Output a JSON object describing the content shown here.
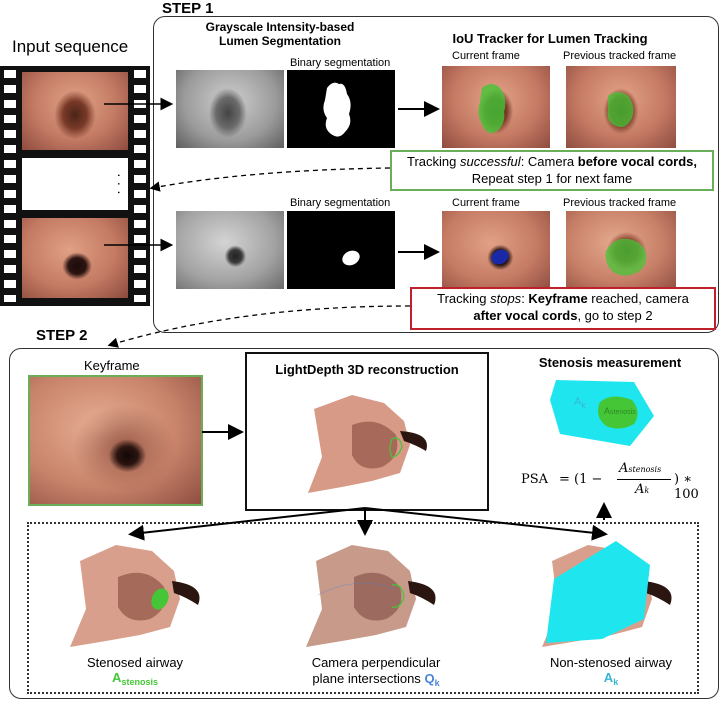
{
  "step1": {
    "title": "STEP 1",
    "input_sequence": "Input sequence",
    "dots": "·  ·  ·",
    "grayscale_title_line1": "Grayscale Intensity-based",
    "grayscale_title_line2": "Lumen Segmentation",
    "binary_label_top": "Binary segmentation",
    "binary_label_bottom": "Binary segmentation",
    "iou_title": "IoU Tracker for Lumen Tracking",
    "current_frame_top": "Current frame",
    "previous_frame_top": "Previous tracked frame",
    "current_frame_bottom": "Current frame",
    "previous_frame_bottom": "Previous tracked frame",
    "success_note": {
      "prefix": "Tracking ",
      "italic": "successful",
      "mid": ": Camera ",
      "bold": "before vocal cords,",
      "line2": "Repeat step 1 for next fame"
    },
    "stop_note": {
      "prefix": "Tracking ",
      "italic": "stops",
      "mid": ": ",
      "bold1": "Keyframe",
      "mid2": " reached, camera",
      "bold2": "after vocal cords",
      "suffix": ", go to step 2"
    }
  },
  "step2": {
    "title": "STEP 2",
    "keyframe": "Keyframe",
    "lightdepth_title": "LightDepth 3D reconstruction",
    "stenosis_title": "Stenosis measurement",
    "ak_label": "A",
    "ak_sub": "k",
    "astenosis_overlay": "A",
    "astenosis_overlay_sub": "stenosis",
    "formula_lhs": "PSA",
    "formula_rhs_prefix": "= (1 −",
    "formula_num": "A",
    "formula_num_sub": "stenosis",
    "formula_den": "A",
    "formula_den_sub": "k",
    "formula_suffix": ") ∗ 100",
    "stenosed_label": "Stenosed airway",
    "stenosed_sym": "A",
    "stenosed_sub": "stenosis",
    "camera_label_line1": "Camera perpendicular",
    "camera_label_line2": "plane intersections",
    "camera_sym": "Q",
    "camera_sub": "k",
    "nonstenosed_label": "Non-stenosed airway",
    "nonstenosed_sym": "A",
    "nonstenosed_sub": "k"
  },
  "colors": {
    "green": "#45c637",
    "green_box": "#6bae5a",
    "red_box": "#c0202a",
    "cyan": "#1fe6ee",
    "blue_lumen": "#1a2bb8",
    "q_blue": "#4a84d8",
    "ak_blue": "#39b6d6"
  }
}
